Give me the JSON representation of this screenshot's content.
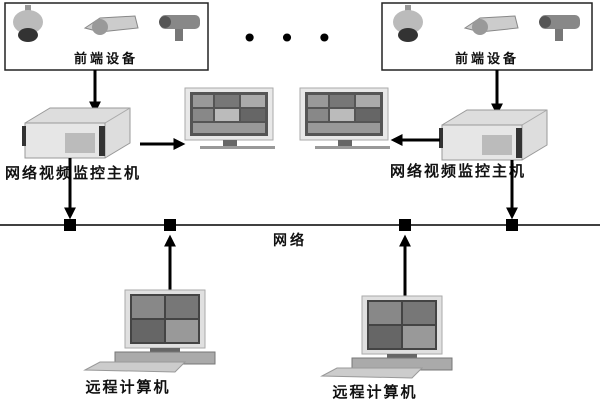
{
  "front_end_left": {
    "label": "前端设备",
    "devices": [
      "dome-camera",
      "box-camera",
      "bullet-camera"
    ]
  },
  "front_end_right": {
    "label": "前端设备",
    "devices": [
      "dome-camera",
      "box-camera",
      "bullet-camera"
    ]
  },
  "ellipsis": "• • •",
  "host_left": {
    "label": "网络视频监控主机"
  },
  "host_right": {
    "label": "网络视频监控主机"
  },
  "network": {
    "label": "网络"
  },
  "remote_left": {
    "label": "远程计算机"
  },
  "remote_right": {
    "label": "远程计算机"
  },
  "colors": {
    "line": "#000000",
    "device": "#c8c8c8",
    "screen": "#555555"
  }
}
